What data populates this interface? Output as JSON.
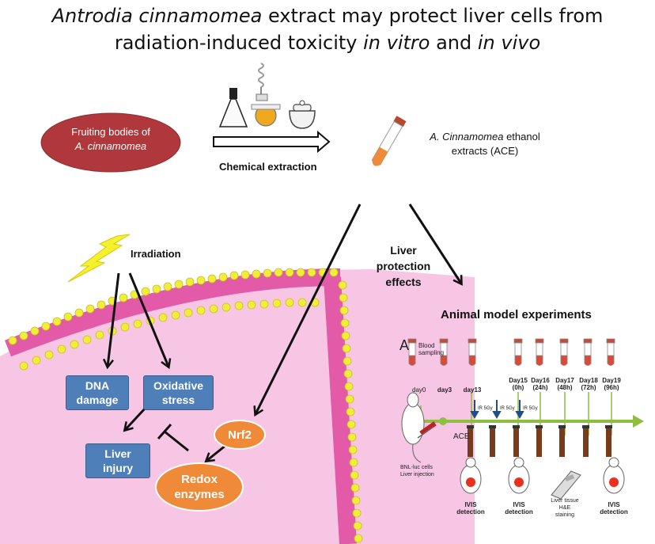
{
  "title": {
    "line1_italic": "Antrodia cinnamomea",
    "line1_rest": " extract may protect liver cells from",
    "line2_start": "radiation-induced toxicity ",
    "line2_italic1": "in vitro",
    "line2_mid": " and ",
    "line2_italic2": "in vivo"
  },
  "top_flow": {
    "source_line1": "Fruiting bodies of",
    "source_line2": "A. cinnamomea",
    "process_label": "Chemical extraction",
    "product_italic": "A. Cinnamomea",
    "product_rest": " ethanol",
    "product_line2": "extracts (ACE)"
  },
  "cell_panel": {
    "irradiation_label": "Irradiation",
    "dna_damage": [
      "DNA",
      "damage"
    ],
    "oxidative_stress": [
      "Oxidative",
      "stress"
    ],
    "liver_injury": [
      "Liver",
      "injury"
    ],
    "nrf2": "Nrf2",
    "redox_enzymes": [
      "Redox",
      "enzymes"
    ]
  },
  "center_label": [
    "Liver",
    "protection",
    "effects"
  ],
  "animal_model": {
    "heading": "Animal model experiments",
    "panel_letter": "A",
    "blood_sampling": [
      "Blood",
      "sampling"
    ],
    "days_top": [
      {
        "l1": "day3",
        "l2": ""
      },
      {
        "l1": "day13",
        "l2": ""
      },
      {
        "l1": "Day15",
        "l2": "(0h)"
      },
      {
        "l1": "Day16",
        "l2": "(24h)"
      },
      {
        "l1": "Day17",
        "l2": "(48h)"
      },
      {
        "l1": "Day18",
        "l2": "(72h)"
      },
      {
        "l1": "Day19",
        "l2": "(96h)"
      }
    ],
    "day0": "day0",
    "ir_labels": [
      "IR 5Gy",
      "IR 5Gy",
      "IR 5Gy"
    ],
    "ace": "ACE",
    "mouse_caption": [
      "BNL-luc cells",
      "Liver injection"
    ],
    "ivis": [
      "IVIS",
      "detection"
    ],
    "liver_tissue": [
      "Liver tissue",
      "H&E",
      "staining"
    ]
  },
  "colors": {
    "source_oval": "#b0383c",
    "box_blue": "#4f7fb8",
    "orange": "#ef8a39",
    "membrane_pink": "#e25aa8",
    "membrane_yellow": "#f2ec3a",
    "cytoplasm": "#f7c6e5",
    "timeline_green": "#8dbe3f",
    "tube_red": "#c44a3c",
    "tube_brown": "#7a3a1c"
  }
}
